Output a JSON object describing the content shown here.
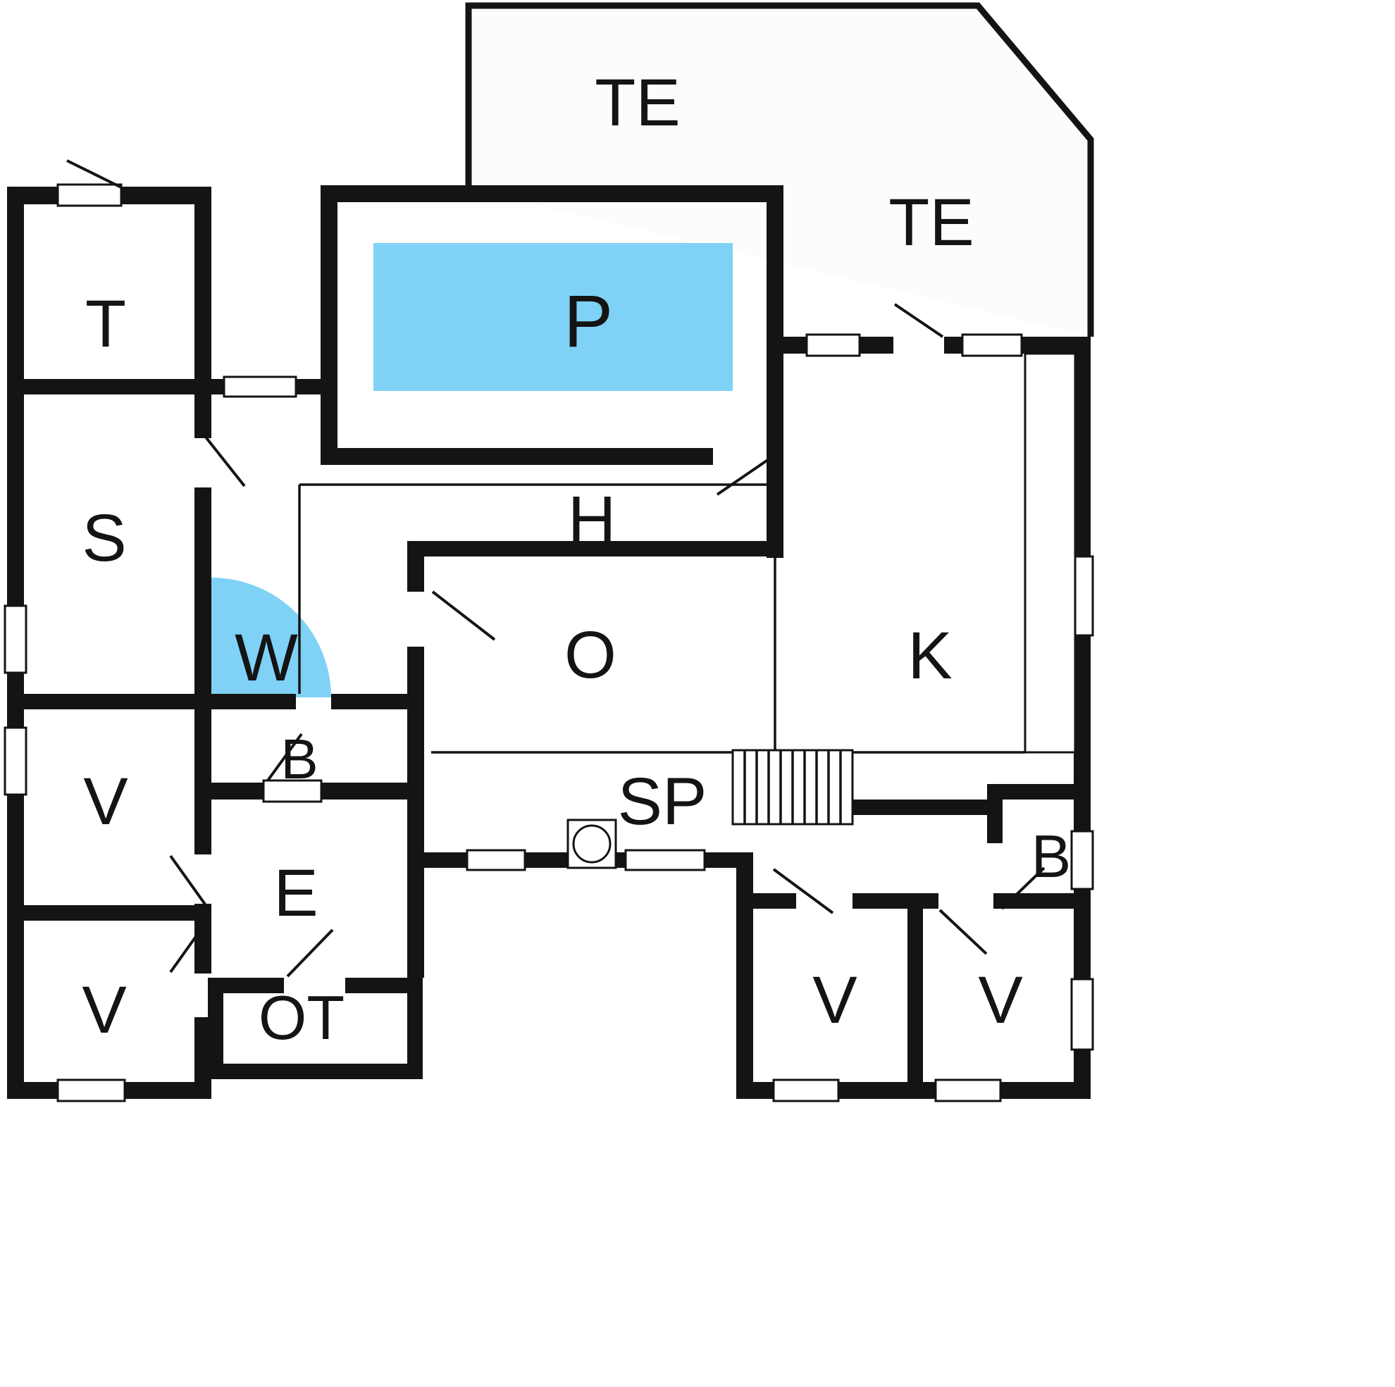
{
  "plan": {
    "type": "floor-plan",
    "colors": {
      "wall": "#141414",
      "pool": "#7fd2f6",
      "closet_arc": "#7fd2f6",
      "floor": "#fcfcfa"
    },
    "labels": [
      {
        "id": "terrace-top",
        "text": "TE"
      },
      {
        "id": "terrace-right",
        "text": "TE"
      },
      {
        "id": "room-t",
        "text": "T"
      },
      {
        "id": "room-s",
        "text": "S"
      },
      {
        "id": "pool-p",
        "text": "P"
      },
      {
        "id": "hall-h",
        "text": "H"
      },
      {
        "id": "closet-w",
        "text": "W"
      },
      {
        "id": "room-o",
        "text": "O"
      },
      {
        "id": "room-k",
        "text": "K"
      },
      {
        "id": "bath-b-mid",
        "text": "B"
      },
      {
        "id": "room-v-left-1",
        "text": "V"
      },
      {
        "id": "room-v-left-2",
        "text": "V"
      },
      {
        "id": "room-e",
        "text": "E"
      },
      {
        "id": "room-ot",
        "text": "OT"
      },
      {
        "id": "room-sp",
        "text": "SP"
      },
      {
        "id": "bath-b-right",
        "text": "B"
      },
      {
        "id": "room-v-right-1",
        "text": "V"
      },
      {
        "id": "room-v-right-2",
        "text": "V"
      }
    ]
  }
}
